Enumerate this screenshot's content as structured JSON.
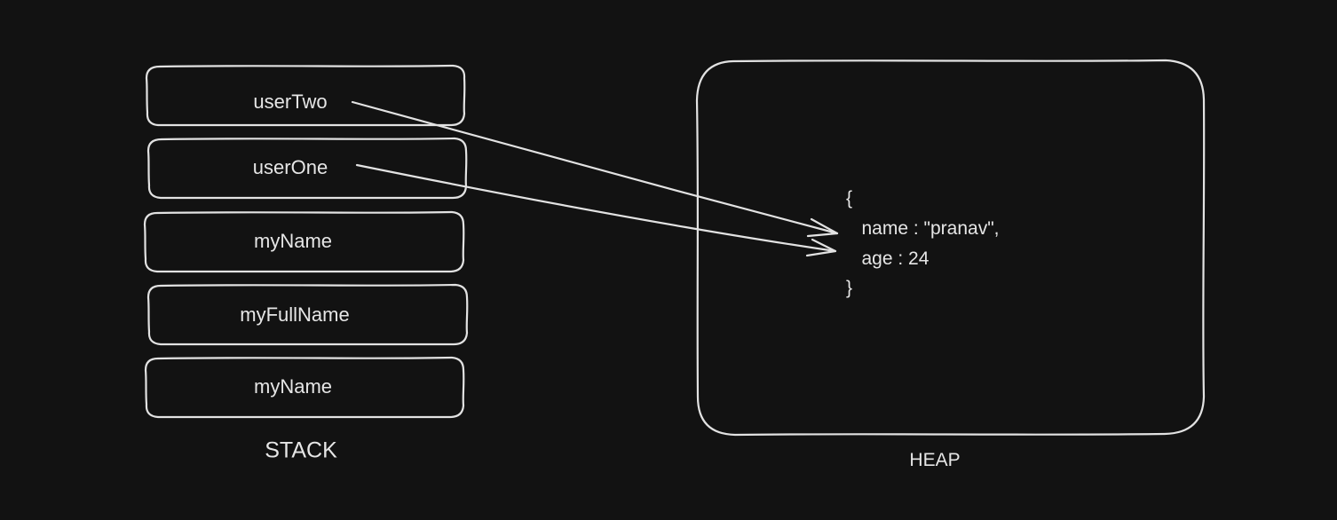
{
  "stack": {
    "title": "STACK",
    "cells": [
      {
        "label": "userTwo"
      },
      {
        "label": "userOne"
      },
      {
        "label": "myName"
      },
      {
        "label": "myFullName"
      },
      {
        "label": "myName"
      }
    ]
  },
  "heap": {
    "title": "HEAP",
    "object_lines": [
      "{",
      "   name : \"pranav\",",
      "   age : 24",
      "}"
    ]
  },
  "references": [
    {
      "from": "userTwo",
      "to": "heap-object"
    },
    {
      "from": "userOne",
      "to": "heap-object"
    }
  ],
  "colors": {
    "background": "#121212",
    "stroke": "#e2e2e2",
    "text": "#e6e6e6"
  }
}
